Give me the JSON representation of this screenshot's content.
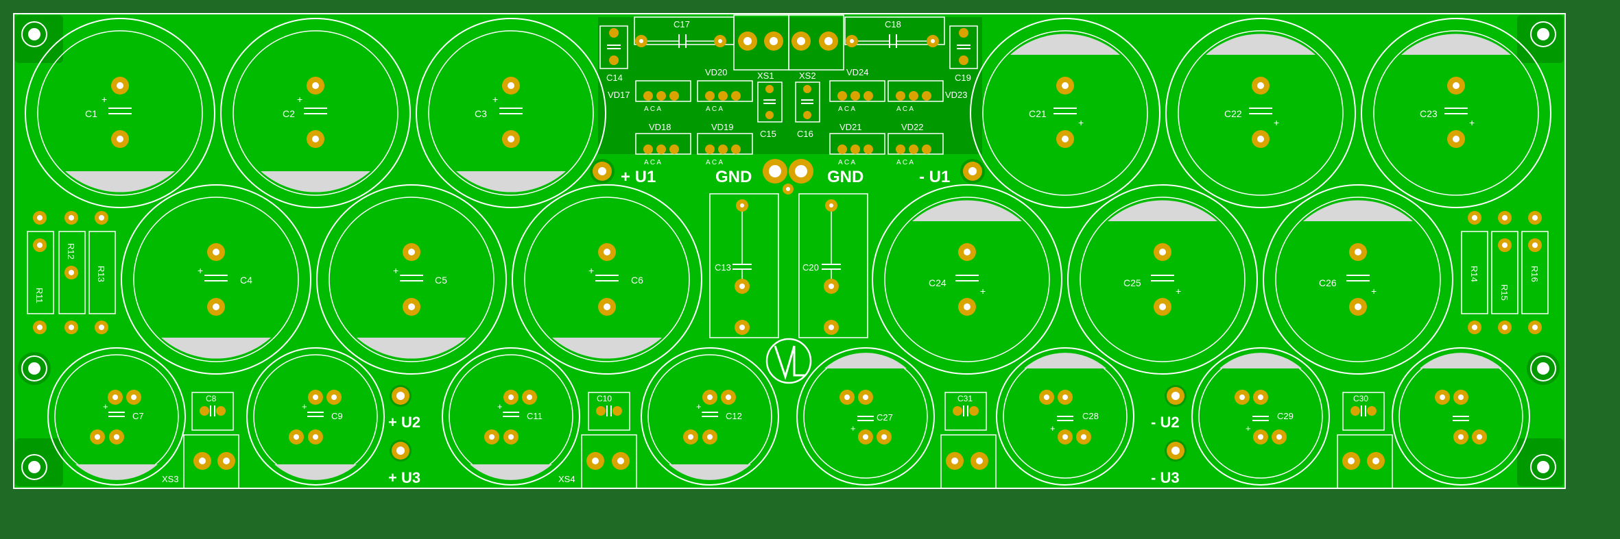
{
  "colors": {
    "background": "#1f6a24",
    "board": "#00bb00",
    "copper": "#009a00",
    "silkscreen": "#ffffff",
    "pad": "#d9a300",
    "drill": "#ffffff",
    "shade": "#d8d8d8"
  },
  "net_labels": {
    "plus_u1": "+ U1",
    "minus_u1": "- U1",
    "gnd_left": "GND",
    "gnd_right": "GND",
    "plus_u2": "+ U2",
    "plus_u3": "+ U3",
    "minus_u2": "- U2",
    "minus_u3": "- U3"
  },
  "diode_pin_label": "A C A",
  "refs": {
    "c1": "C1",
    "c2": "C2",
    "c3": "C3",
    "c4": "C4",
    "c5": "C5",
    "c6": "C6",
    "c7": "C7",
    "c8": "C8",
    "c9": "C9",
    "c10": "C10",
    "c11": "C11",
    "c12": "C12",
    "c13": "C13",
    "c14": "C14",
    "c15": "C15",
    "c16": "C16",
    "c17": "C17",
    "c18": "C18",
    "c19": "C19",
    "c20": "C20",
    "c21": "C21",
    "c22": "C22",
    "c23": "C23",
    "c24": "C24",
    "c25": "C25",
    "c26": "C26",
    "c27": "C27",
    "c28": "C28",
    "c29": "C29",
    "c30": "C30",
    "c31": "C31",
    "r11": "R11",
    "r12": "R12",
    "r13": "R13",
    "r14": "R14",
    "r15": "R15",
    "r16": "R16",
    "vd17": "VD17",
    "vd18": "VD18",
    "vd19": "VD19",
    "vd20": "VD20",
    "vd21": "VD21",
    "vd22": "VD22",
    "vd23": "VD23",
    "vd24": "VD24",
    "xs1": "XS1",
    "xs2": "XS2",
    "xs3": "XS3",
    "xs4": "XS4"
  },
  "logo_icon": "vl-logo-icon"
}
